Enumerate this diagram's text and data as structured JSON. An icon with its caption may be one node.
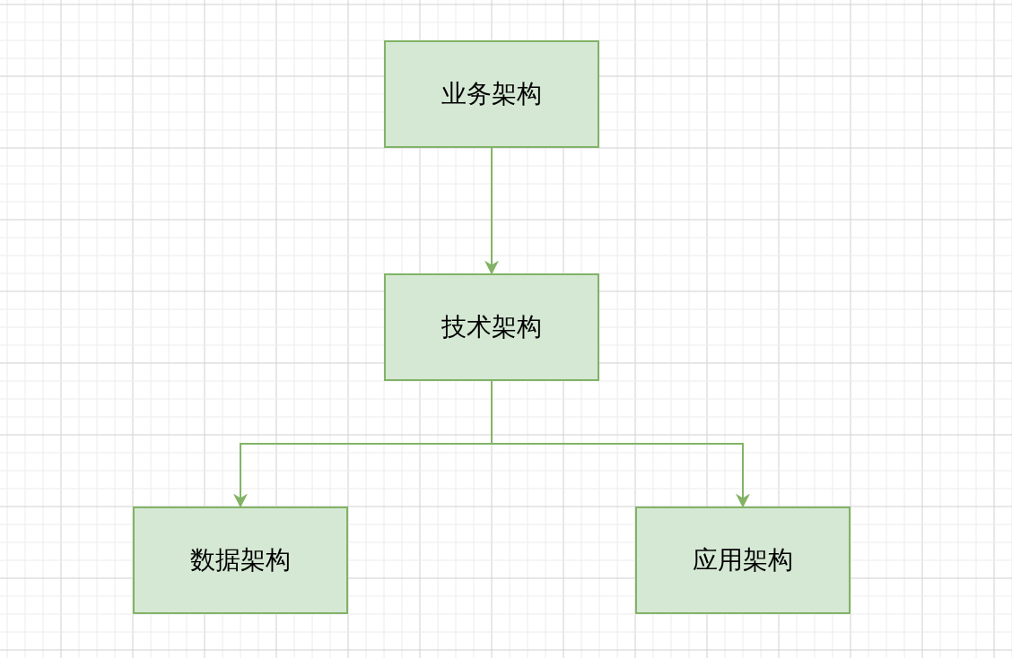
{
  "diagram": {
    "nodes": [
      {
        "text": [
          "业务架构"
        ]
      },
      {
        "text": [
          "技术架构"
        ]
      },
      {
        "text": [
          "数据架构"
        ]
      },
      {
        "text": [
          "应用架构"
        ]
      }
    ],
    "edges": [
      {
        "from": 0,
        "to": 1,
        "arrow": "to"
      },
      {
        "from": 1,
        "to": 2,
        "arrow": "to"
      },
      {
        "from": 1,
        "to": 3,
        "arrow": "to"
      }
    ]
  }
}
